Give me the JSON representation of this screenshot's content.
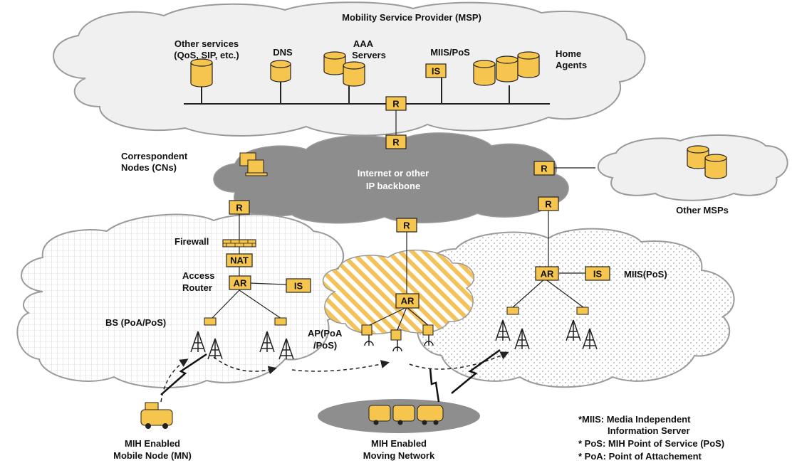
{
  "labels": {
    "msp_title": "Mobility Service Provider (MSP)",
    "other_services_1": "Other services",
    "other_services_2": "(QoS, SIP, etc.)",
    "dns": "DNS",
    "aaa_1": "AAA",
    "aaa_2": "Servers",
    "miis_pos": "MIIS/PoS",
    "home_1": "Home",
    "home_2": "Agents",
    "cn_1": "Correspondent",
    "cn_2": "Nodes (CNs)",
    "internet_1": "Internet or other",
    "internet_2": "IP backbone",
    "other_msps": "Other MSPs",
    "firewall": "Firewall",
    "access_1": "Access",
    "access_2": "Router",
    "bs": "BS (PoA/PoS)",
    "ap_1": "AP(PoA",
    "ap_2": "/PoS)",
    "miis_right": "MIIS(PoS)",
    "mn_1": "MIH Enabled",
    "mn_2": "Mobile Node (MN)",
    "mnet_1": "MIH Enabled",
    "mnet_2": "Moving Network"
  },
  "boxes": {
    "r": "R",
    "is": "IS",
    "nat": "NAT",
    "ar": "AR"
  },
  "legend": [
    "*MIIS: Media Independent",
    "Information Server",
    "* PoS: MIH Point of Service (PoS)",
    "* PoA: Point of Attachement"
  ],
  "colors": {
    "box_fill": "#f6c54e",
    "cloud_gray": "#8d8d8d",
    "ellipse_gray": "#8e8e8e",
    "hatch": "#f3c259"
  }
}
